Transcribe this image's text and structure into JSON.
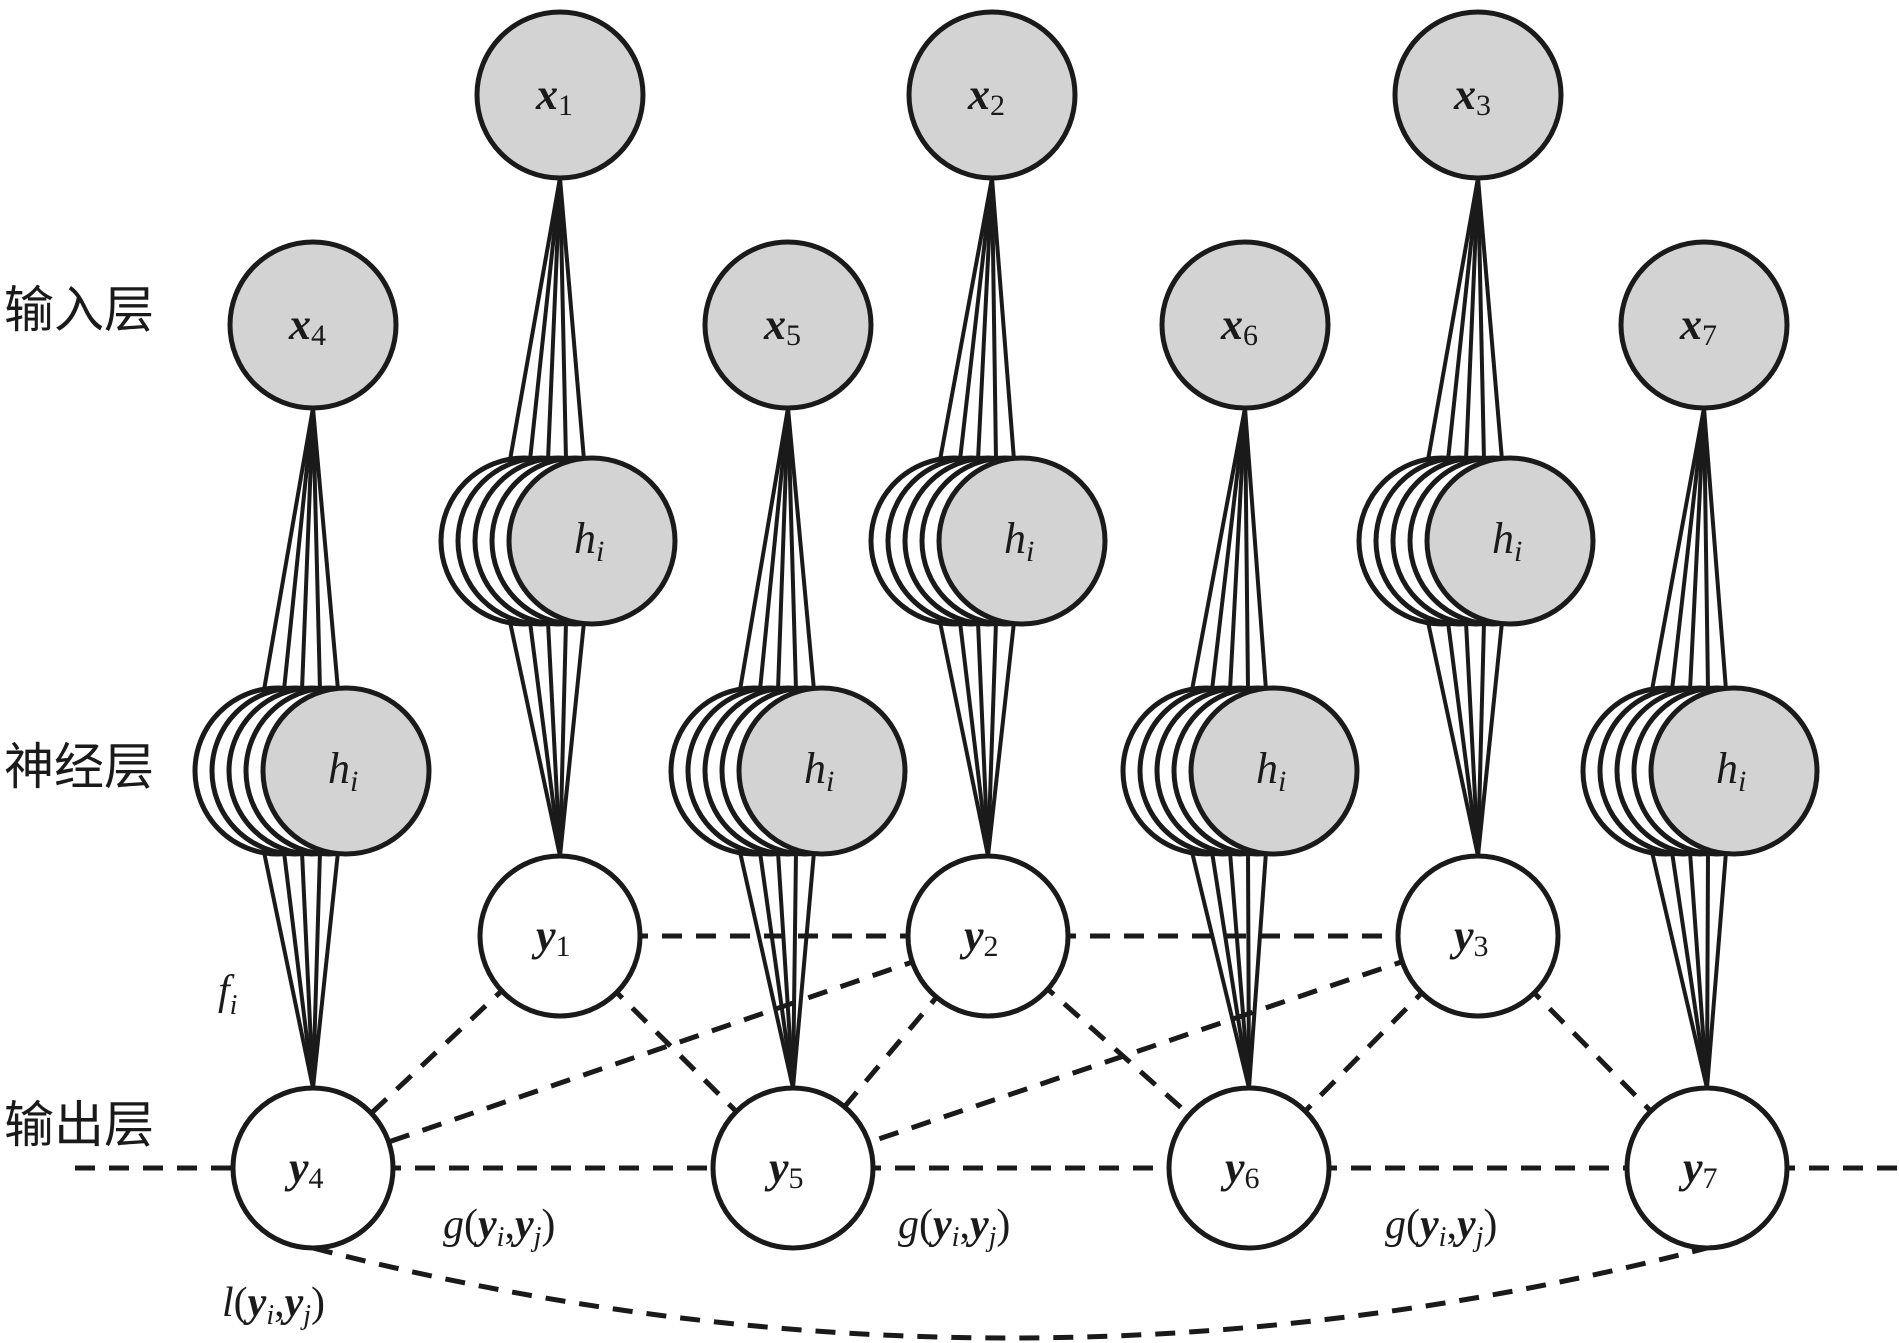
{
  "layer_labels": {
    "input": "输入层",
    "hidden": "神经层",
    "output": "输出层"
  },
  "input_nodes": [
    {
      "id": "x1",
      "var": "x",
      "sub": "1"
    },
    {
      "id": "x2",
      "var": "x",
      "sub": "2"
    },
    {
      "id": "x3",
      "var": "x",
      "sub": "3"
    },
    {
      "id": "x4",
      "var": "x",
      "sub": "4"
    },
    {
      "id": "x5",
      "var": "x",
      "sub": "5"
    },
    {
      "id": "x6",
      "var": "x",
      "sub": "6"
    },
    {
      "id": "x7",
      "var": "x",
      "sub": "7"
    }
  ],
  "hidden_nodes": {
    "var": "h",
    "sub": "i",
    "stack_count": 5
  },
  "output_nodes": [
    {
      "id": "y1",
      "var": "y",
      "sub": "1"
    },
    {
      "id": "y2",
      "var": "y",
      "sub": "2"
    },
    {
      "id": "y3",
      "var": "y",
      "sub": "3"
    },
    {
      "id": "y4",
      "var": "y",
      "sub": "4"
    },
    {
      "id": "y5",
      "var": "y",
      "sub": "5"
    },
    {
      "id": "y6",
      "var": "y",
      "sub": "6"
    },
    {
      "id": "y7",
      "var": "y",
      "sub": "7"
    }
  ],
  "edges": {
    "pairwise": [
      [
        "y1",
        "y2"
      ],
      [
        "y2",
        "y3"
      ],
      [
        "y4",
        "y5"
      ],
      [
        "y5",
        "y6"
      ],
      [
        "y6",
        "y7"
      ],
      [
        "y1",
        "y4"
      ],
      [
        "y1",
        "y5"
      ],
      [
        "y2",
        "y4"
      ],
      [
        "y2",
        "y5"
      ],
      [
        "y2",
        "y6"
      ],
      [
        "y3",
        "y5"
      ],
      [
        "y3",
        "y6"
      ],
      [
        "y3",
        "y7"
      ]
    ],
    "long_range": [
      [
        "y4",
        "y7"
      ]
    ]
  },
  "annotations": {
    "f_label": {
      "fn": "f",
      "sub": "i"
    },
    "g_label": {
      "fn": "g",
      "open": "(",
      "a": "y",
      "a_sub": "i",
      "comma": ",",
      "b": "y",
      "b_sub": "j",
      "close": ")"
    },
    "l_label": {
      "fn": "l",
      "open": "(",
      "a": "y",
      "a_sub": "i",
      "comma": ",",
      "b": "y",
      "b_sub": "j",
      "close": ")"
    },
    "g_label_count": 3
  }
}
